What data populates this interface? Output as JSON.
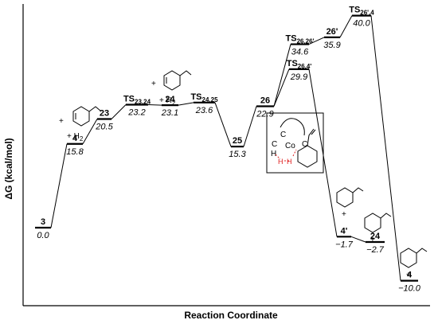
{
  "chart_data": {
    "type": "line",
    "xlabel": "Reaction Coordinate",
    "ylabel": "ΔG (kcal/mol)",
    "ylim": [
      -10,
      40
    ],
    "grid": false,
    "points": [
      {
        "id": "p3",
        "name": "3",
        "sub": "",
        "value": 0.0,
        "value_text": "0.0"
      },
      {
        "id": "p4a",
        "name": "4",
        "sub": "",
        "value": 15.8,
        "value_text": "15.8"
      },
      {
        "id": "p23",
        "name": "23",
        "sub": "",
        "value": 20.5,
        "value_text": "20.5"
      },
      {
        "id": "pTS2324",
        "name": "TS",
        "sub": "23,24",
        "value": 23.2,
        "value_text": "23.2"
      },
      {
        "id": "p24a",
        "name": "24",
        "sub": "",
        "value": 23.1,
        "value_text": "23.1"
      },
      {
        "id": "pTS2425",
        "name": "TS",
        "sub": "24,25",
        "value": 23.6,
        "value_text": "23.6"
      },
      {
        "id": "p25",
        "name": "25",
        "sub": "",
        "value": 15.3,
        "value_text": "15.3"
      },
      {
        "id": "p26",
        "name": "26",
        "sub": "",
        "value": 22.9,
        "value_text": "22.9"
      },
      {
        "id": "pTS2626p",
        "name": "TS",
        "sub": "26,26'",
        "value": 34.6,
        "value_text": "34.6"
      },
      {
        "id": "pTS264p",
        "name": "TS",
        "sub": "26,4'",
        "value": 29.9,
        "value_text": "29.9"
      },
      {
        "id": "p26p",
        "name": "26'",
        "sub": "",
        "value": 35.9,
        "value_text": "35.9"
      },
      {
        "id": "pTS26p4",
        "name": "TS",
        "sub": "26',4",
        "value": 40.0,
        "value_text": "40.0"
      },
      {
        "id": "p4p",
        "name": "4'",
        "sub": "",
        "value": -1.7,
        "value_text": "−1.7"
      },
      {
        "id": "p24b",
        "name": "24",
        "sub": "",
        "value": -2.7,
        "value_text": "−2.7"
      },
      {
        "id": "p4b",
        "name": "4",
        "sub": "",
        "value": -10.0,
        "value_text": "−10.0"
      }
    ],
    "connections": [
      [
        "p3",
        "p4a"
      ],
      [
        "p4a",
        "p23"
      ],
      [
        "p23",
        "pTS2324"
      ],
      [
        "pTS2324",
        "p24a"
      ],
      [
        "p24a",
        "pTS2425"
      ],
      [
        "pTS2425",
        "p25"
      ],
      [
        "p25",
        "p26"
      ],
      [
        "p26",
        "pTS2626p"
      ],
      [
        "p26",
        "pTS264p"
      ],
      [
        "pTS2626p",
        "p26p"
      ],
      [
        "p26p",
        "pTS26p4"
      ],
      [
        "pTS264p",
        "p4p"
      ],
      [
        "p4p",
        "p24b"
      ],
      [
        "pTS26p4",
        "p4b"
      ]
    ],
    "annotations": {
      "plus": "+",
      "h2": "+ H",
      "h2_sub": "2",
      "co": "Co",
      "c": "C",
      "h": "H"
    }
  }
}
